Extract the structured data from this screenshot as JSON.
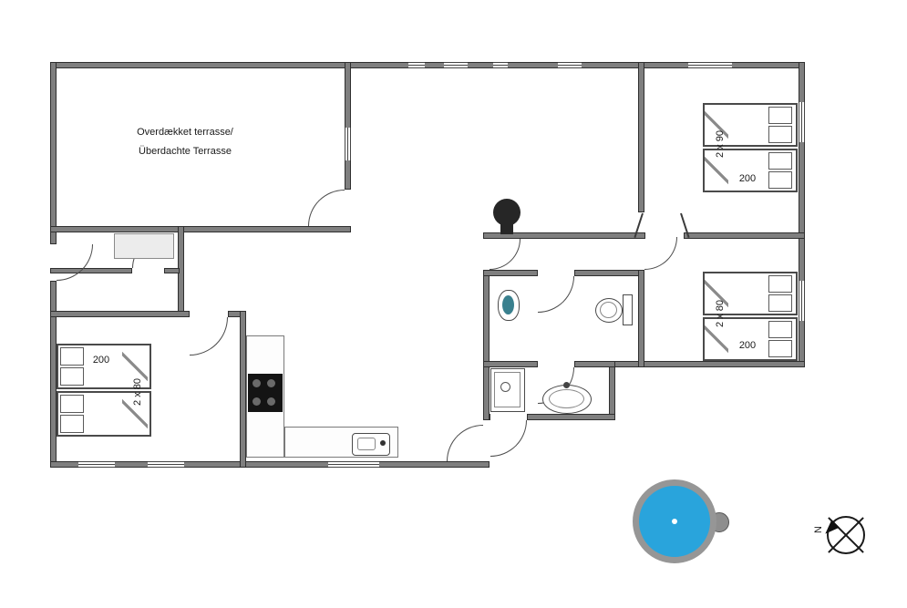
{
  "terrace": {
    "label_line1": "Overdækket terrasse/",
    "label_line2": "Überdachte Terrasse"
  },
  "bedroom_top_right": {
    "bed_width_label": "2 x 90",
    "bed_length_label": "200"
  },
  "bedroom_mid_right": {
    "bed_width_label": "2 x 80",
    "bed_length_label": "200"
  },
  "bedroom_bottom_left": {
    "bed_width_label": "2 x 80",
    "bed_length_label": "200"
  },
  "compass": {
    "north_label": "N"
  },
  "colors": {
    "wall_fill": "#7f7f7f",
    "wall_edge": "#2f2f2f",
    "hot_tub_water": "#29a4dc",
    "hot_tub_rim": "#969696",
    "fixture_line": "#4a4a4a",
    "cooktop": "#141414",
    "sink_basin": "#39808e",
    "background": "#ffffff"
  }
}
